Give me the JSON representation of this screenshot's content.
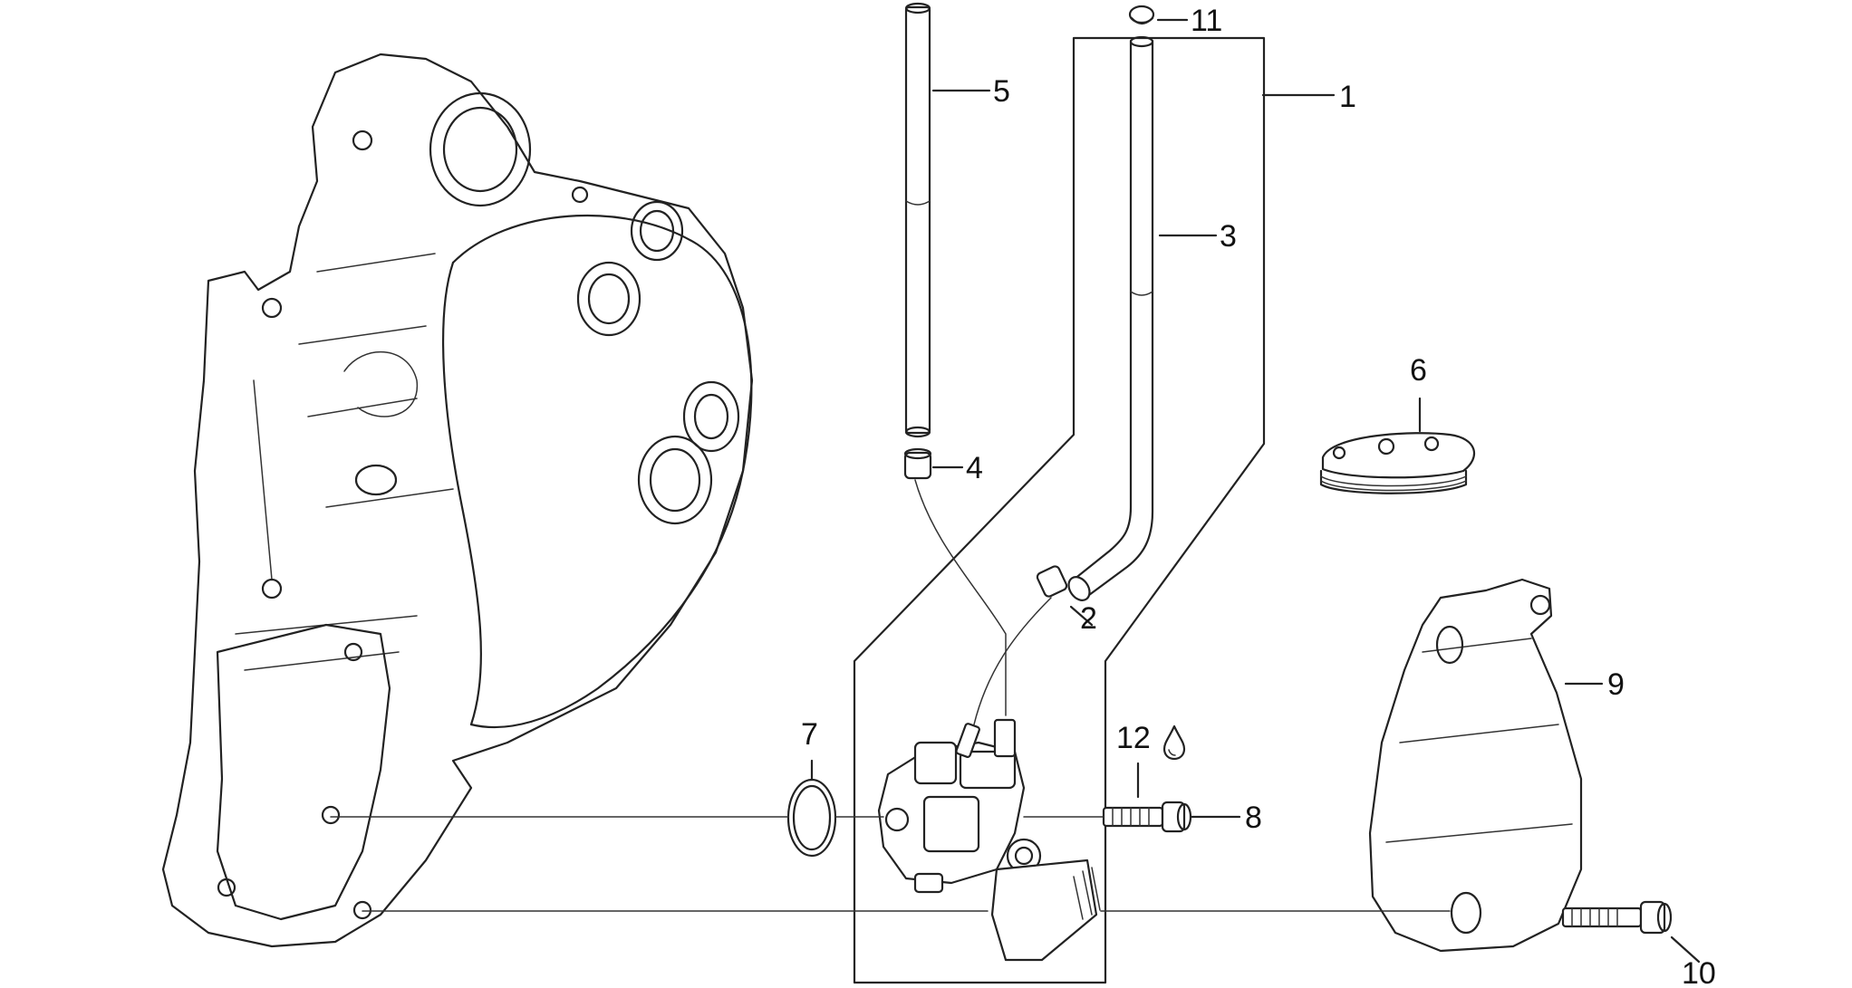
{
  "callouts": [
    {
      "id": "1",
      "label": "1"
    },
    {
      "id": "2",
      "label": "2"
    },
    {
      "id": "3",
      "label": "3"
    },
    {
      "id": "4",
      "label": "4"
    },
    {
      "id": "5",
      "label": "5"
    },
    {
      "id": "6",
      "label": "6"
    },
    {
      "id": "7",
      "label": "7"
    },
    {
      "id": "8",
      "label": "8"
    },
    {
      "id": "9",
      "label": "9"
    },
    {
      "id": "10",
      "label": "10"
    },
    {
      "id": "11",
      "label": "11"
    },
    {
      "id": "12",
      "label": "12"
    }
  ],
  "icons": {
    "oil_drop": "oil-drop-icon"
  }
}
